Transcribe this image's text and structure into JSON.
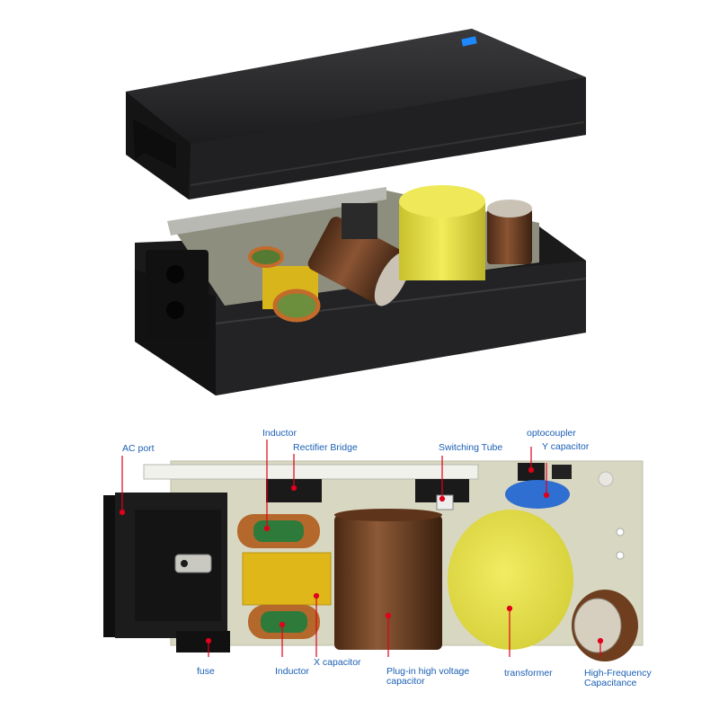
{
  "colors": {
    "label_text": "#1a5fb4",
    "leader_line": "#e0001b",
    "housing": "#1b1b1d",
    "pcb": "#d9d8c2",
    "transformer": "#e3df4f",
    "capacitor": "#6b3a1f",
    "y_capacitor": "#2f6fd1",
    "led": "#1e88ff"
  },
  "labels": {
    "ac_port": "AC port",
    "inductor_top": "Inductor",
    "rectifier_bridge": "Rectifier Bridge",
    "switching_tube": "Switching Tube",
    "optocoupler": "optocoupler",
    "y_capacitor": "Y capacitor",
    "fuse": "fuse",
    "inductor_bottom": "Inductor",
    "x_capacitor": "X capacitor",
    "plug_in_capacitor": "Plug-in high voltage capacitor",
    "transformer": "transformer",
    "hf_capacitance": "High-Frequency Capacitance"
  }
}
